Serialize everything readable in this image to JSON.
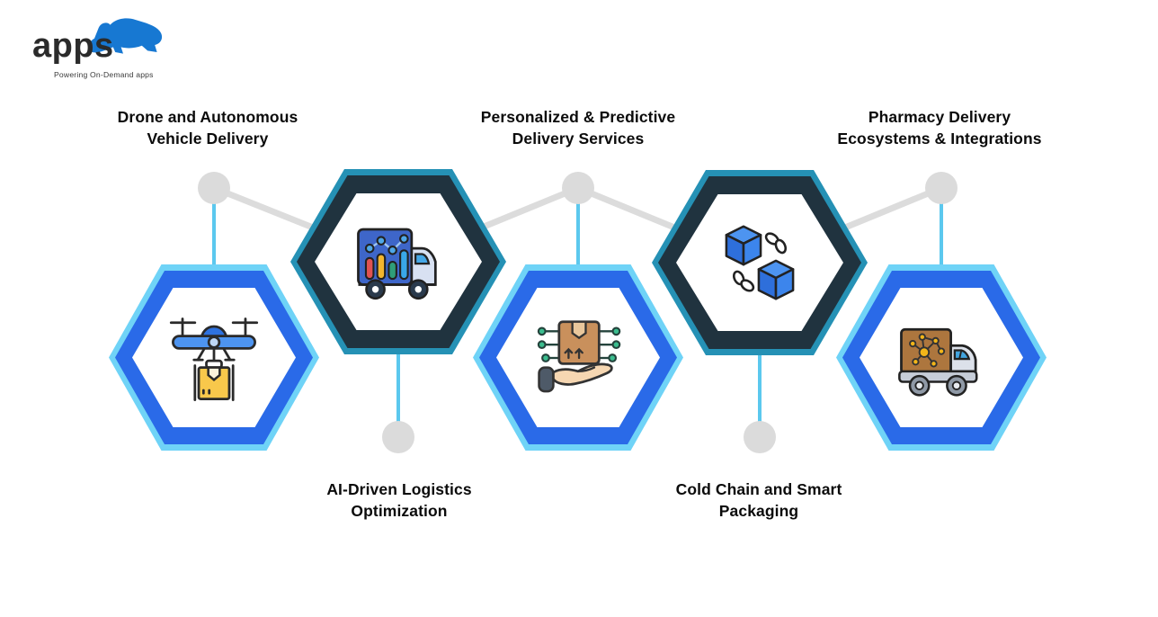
{
  "logo": {
    "brand": "apps",
    "tagline": "Powering On-Demand apps",
    "mark": "rhino-logo-icon"
  },
  "diagram": {
    "title_visible": false,
    "items": [
      {
        "id": "drone-autonomous-vehicle-delivery",
        "label": "Drone and Autonomous\nVehicle Delivery",
        "label_position": "top",
        "hex_style": "blue",
        "icon": "drone-package-icon"
      },
      {
        "id": "ai-driven-logistics-optimization",
        "label": "AI-Driven Logistics\nOptimization",
        "label_position": "bottom",
        "hex_style": "dark",
        "icon": "analytics-truck-icon"
      },
      {
        "id": "personalized-predictive-delivery-services",
        "label": "Personalized & Predictive\nDelivery Services",
        "label_position": "top",
        "hex_style": "blue",
        "icon": "smart-package-hand-icon"
      },
      {
        "id": "cold-chain-smart-packaging",
        "label": "Cold Chain and Smart\nPackaging",
        "label_position": "bottom",
        "hex_style": "dark",
        "icon": "blockchain-cubes-icon"
      },
      {
        "id": "pharmacy-delivery-ecosystems-integrations",
        "label": "Pharmacy Delivery\nEcosystems & Integrations",
        "label_position": "top",
        "hex_style": "blue",
        "icon": "pharmacy-truck-icon"
      }
    ]
  },
  "colors": {
    "background": "#FFFFFF",
    "hex_blue_outer": "#6FD3F7",
    "hex_blue_inner": "#2A6AE8",
    "hex_dark_outer": "#2591B5",
    "hex_dark_inner": "#20333F",
    "connector_gray": "#DCDCDC",
    "connector_blue": "#5BC8EE",
    "node_gray": "#DBDBDB",
    "label_text": "#0B0B0B",
    "logo_blue": "#1778D2"
  }
}
